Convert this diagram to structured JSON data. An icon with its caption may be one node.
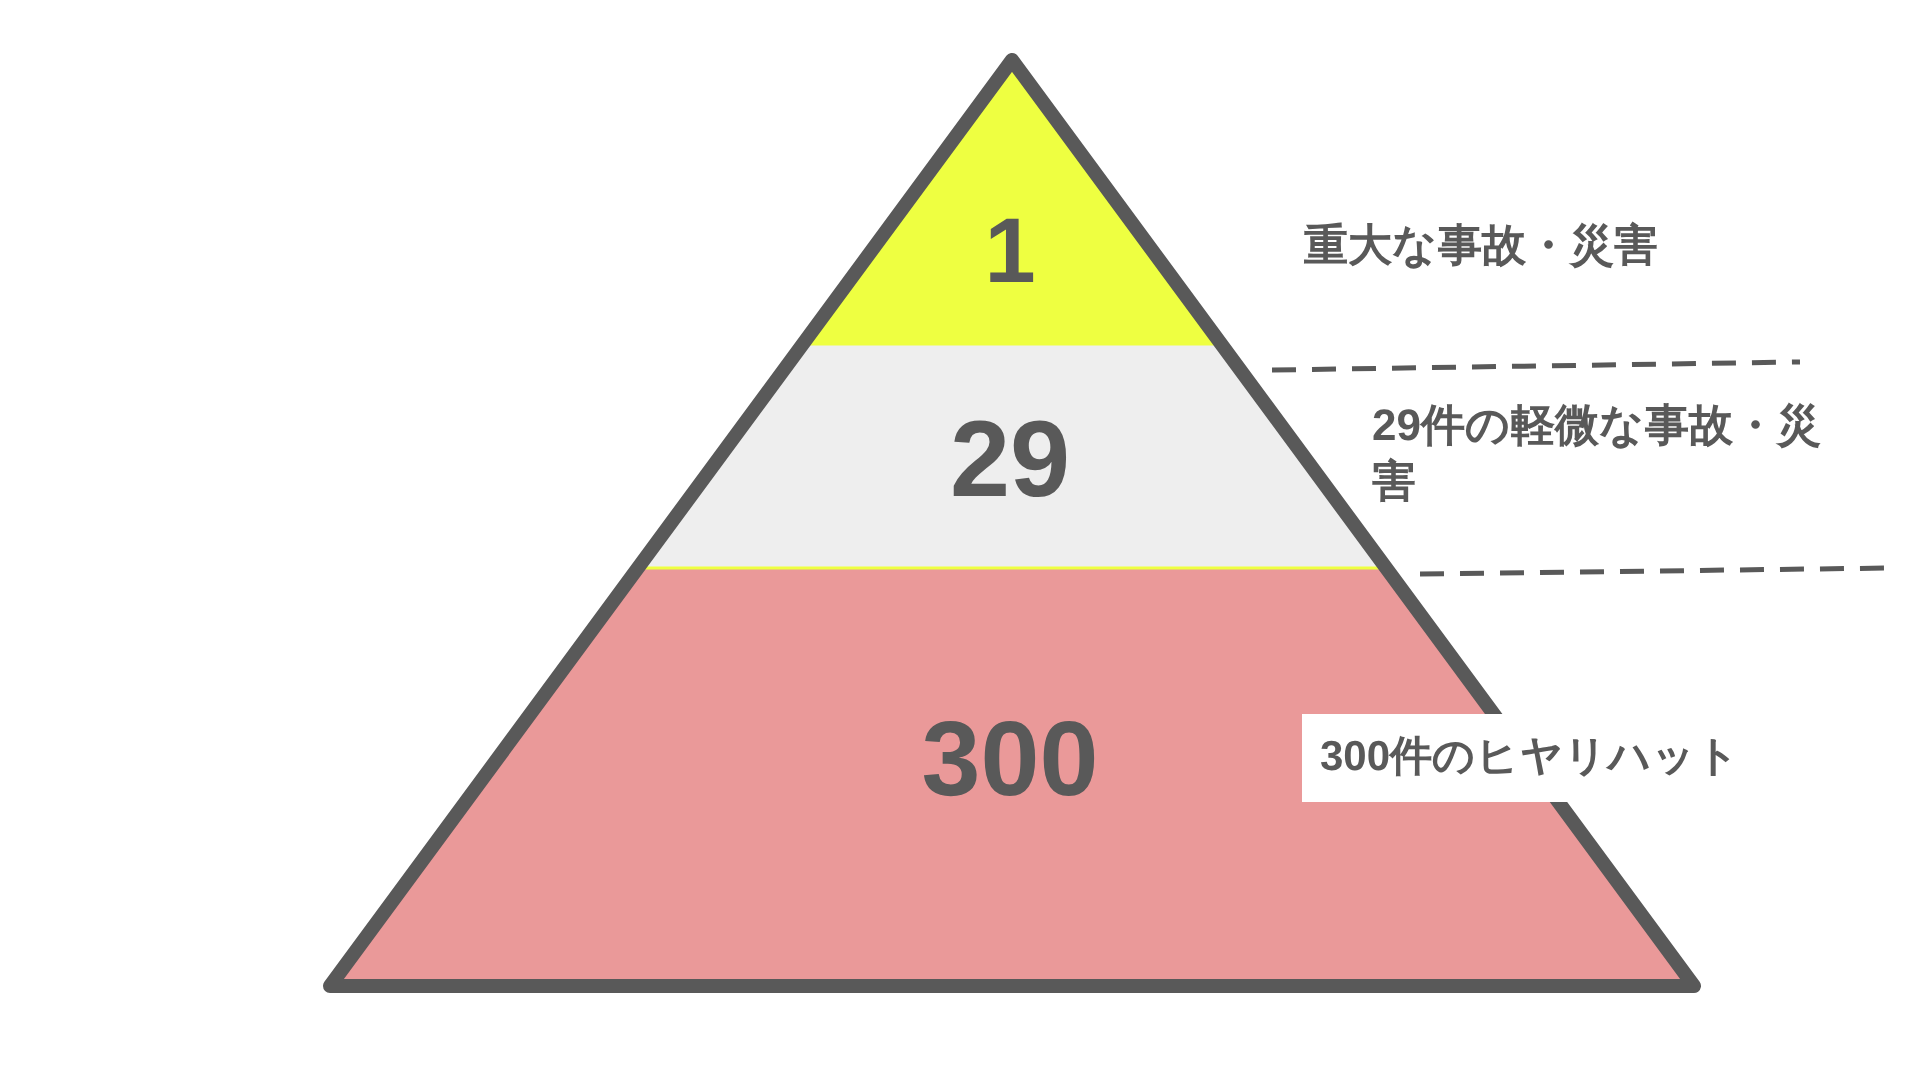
{
  "diagram": {
    "nodes": [
      {
        "text": [
          "1"
        ],
        "beside": [
          "重大な事故・災害"
        ]
      },
      {
        "text": [
          "29"
        ],
        "beside": [
          "29件の軽微な事故・災害"
        ]
      },
      {
        "text": [
          "300",
          "300件のヒヤリハット"
        ]
      }
    ]
  }
}
